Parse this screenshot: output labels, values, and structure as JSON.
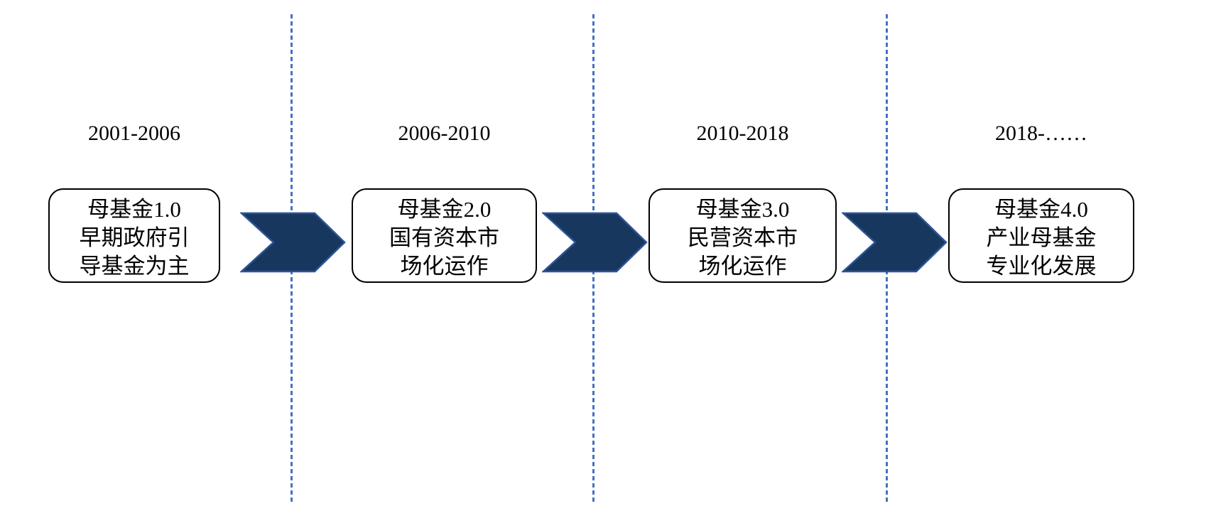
{
  "diagram": {
    "name": "mother-fund-evolution-timeline",
    "stages": [
      {
        "period": "2001-2006",
        "lines": [
          "母基金1.0",
          "早期政府引",
          "导基金为主"
        ],
        "full_text": "母基金1.0 早期政府引导基金为主"
      },
      {
        "period": "2006-2010",
        "lines": [
          "母基金2.0",
          "国有资本市",
          "场化运作"
        ],
        "full_text": "母基金2.0 国有资本市场化运作"
      },
      {
        "period": "2010-2018",
        "lines": [
          "母基金3.0",
          "民营资本市",
          "场化运作"
        ],
        "full_text": "母基金3.0 民营资本市场化运作"
      },
      {
        "period": "2018-……",
        "lines": [
          "母基金4.0",
          "产业母基金",
          "专业化发展"
        ],
        "full_text": "母基金4.0 产业母基金专业化发展"
      }
    ],
    "colors": {
      "arrow_fill": "#17375E",
      "arrow_stroke": "#2E5395",
      "divider": "#4472C4",
      "box_border": "#000000",
      "text": "#000000",
      "background": "#FFFFFF"
    }
  }
}
